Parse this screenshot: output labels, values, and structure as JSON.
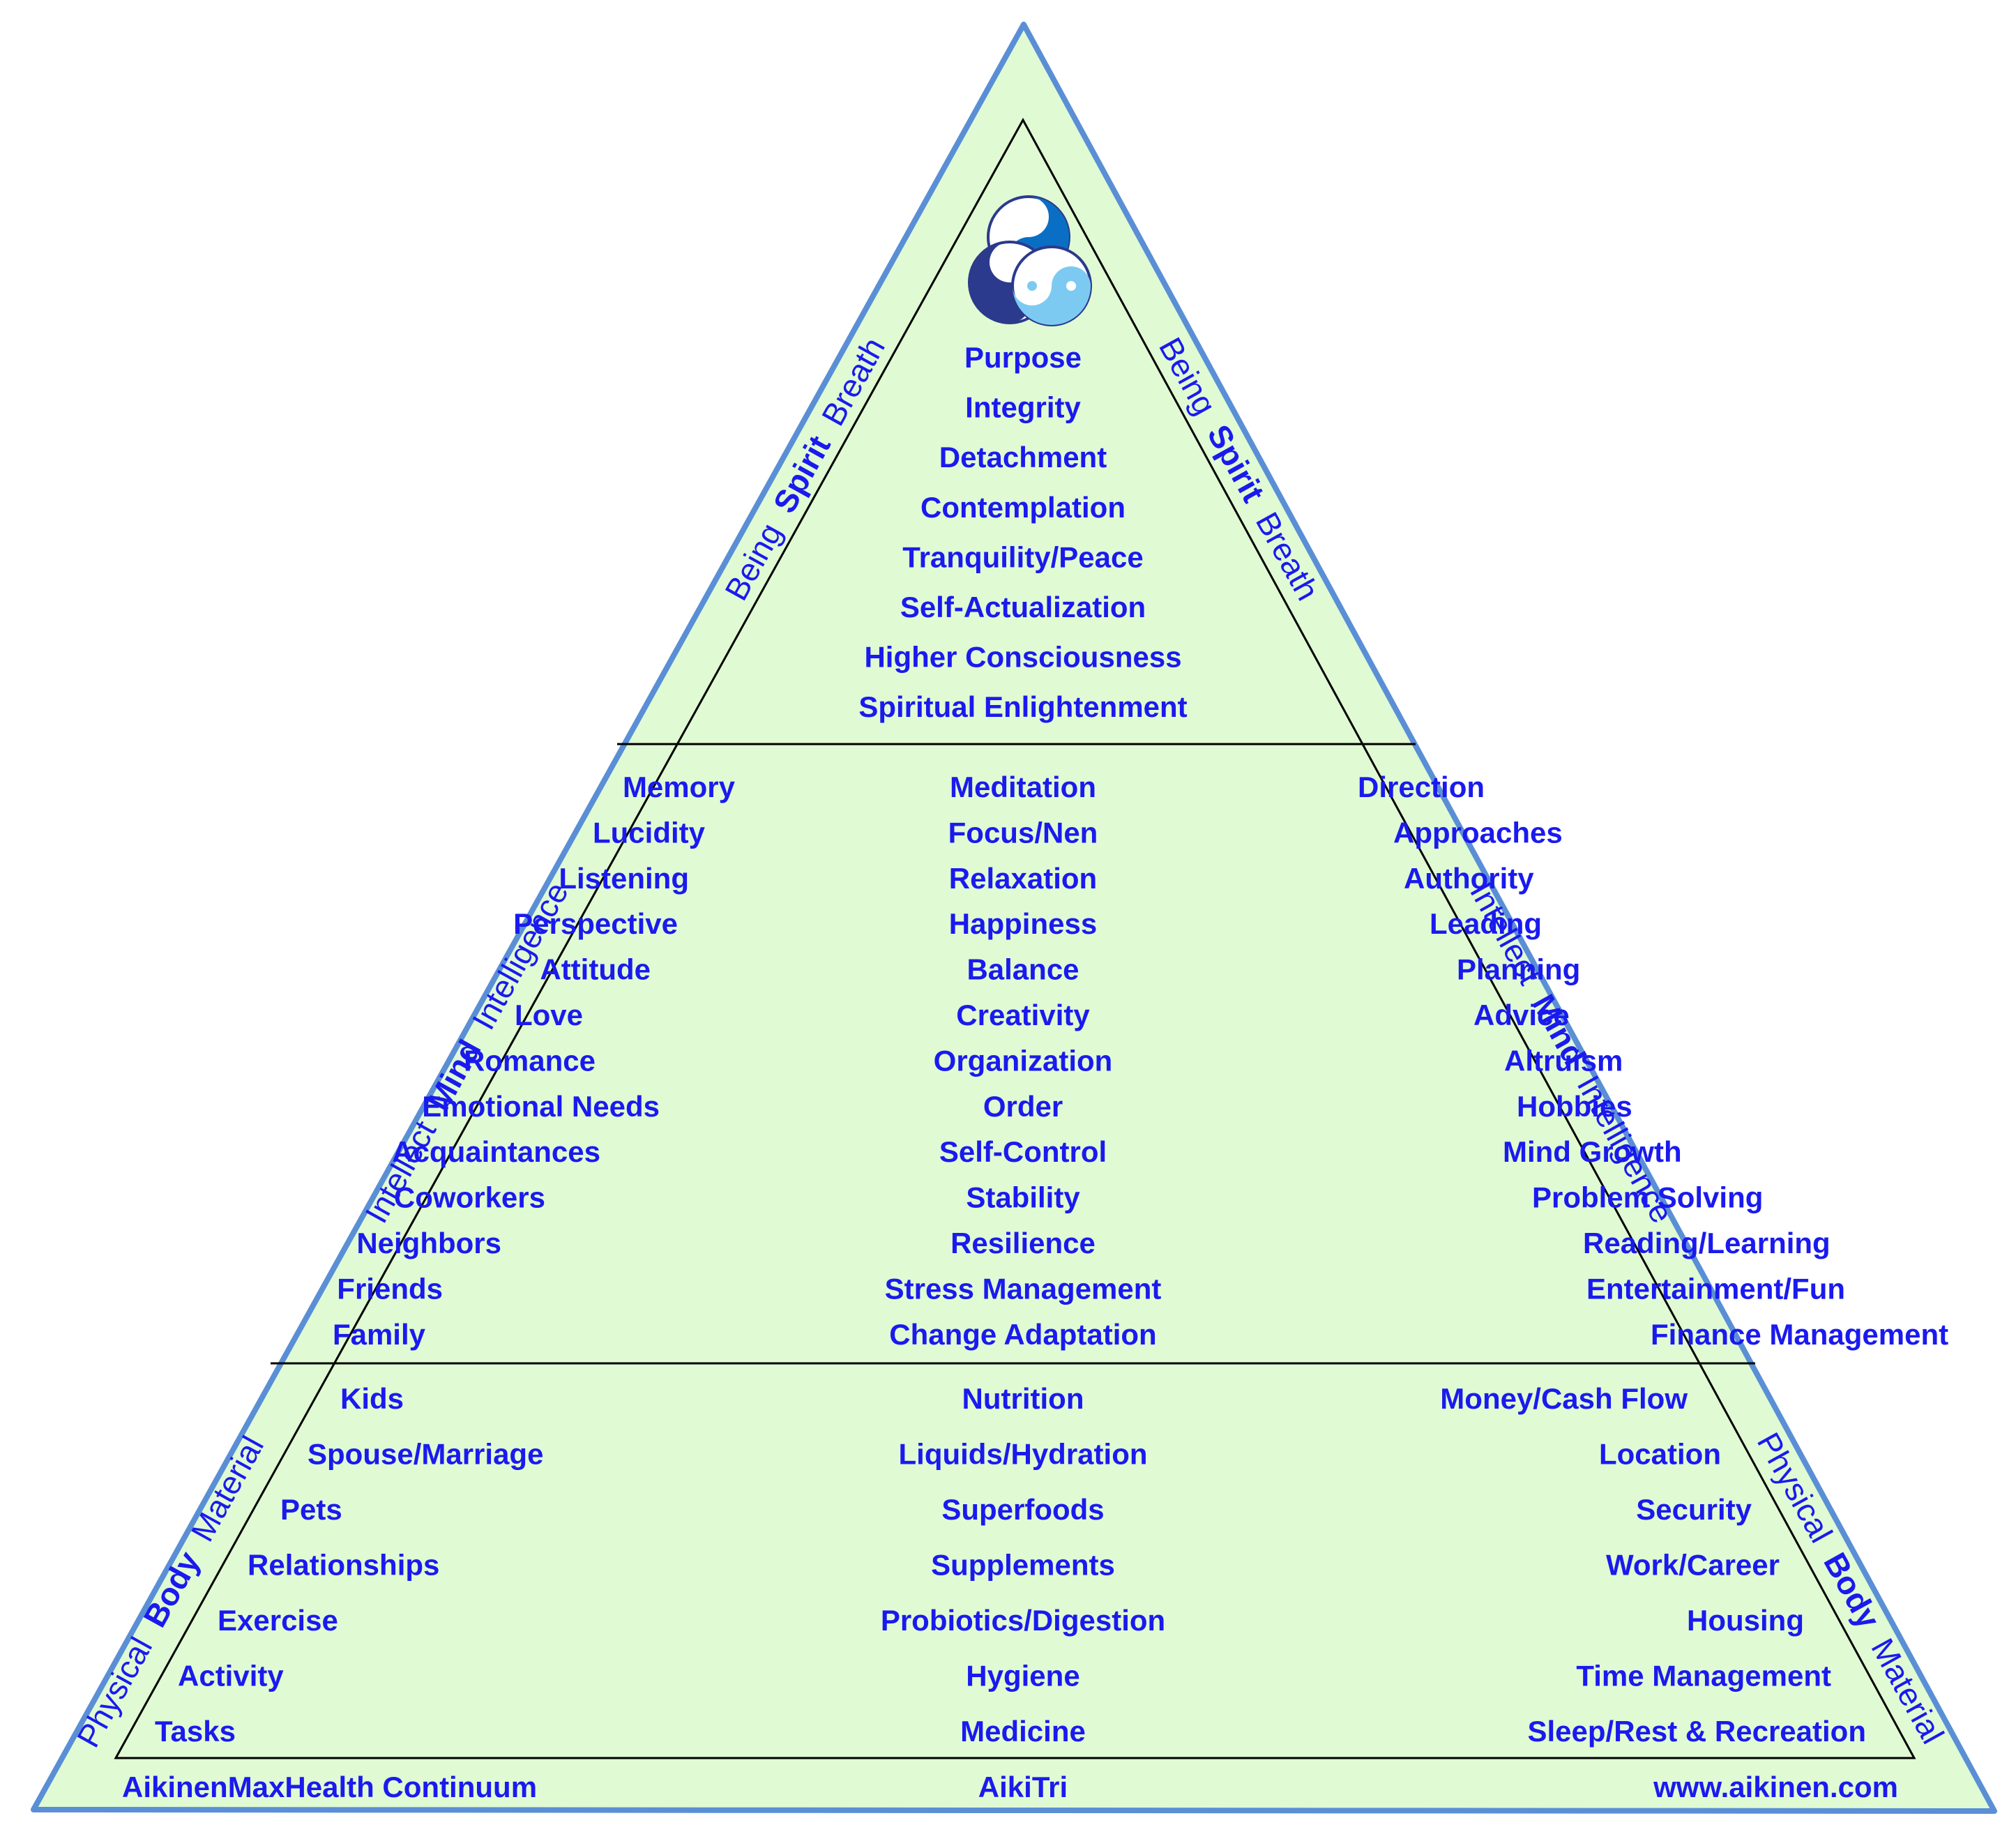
{
  "colors": {
    "background": "#e0fad4",
    "outer_border": "#5a8fd6",
    "inner_lines": "#000000",
    "text": "#1a1aee",
    "logo_dark": "#2b3a8c",
    "logo_mid": "#0a6fc4",
    "logo_light": "#7ccaf2"
  },
  "logo": {
    "icon": "triple-yin-yang-icon"
  },
  "spirit": {
    "items": [
      "Purpose",
      "Integrity",
      "Detachment",
      "Contemplation",
      "Tranquility/Peace",
      "Self-Actualization",
      "Higher Consciousness",
      "Spiritual Enlightenment"
    ],
    "side_label": {
      "before": "Being",
      "bold": "Spirit",
      "after": "Breath"
    }
  },
  "mind": {
    "left": [
      "Memory",
      "Lucidity",
      "Listening",
      "Perspective",
      "Attitude",
      "Love",
      "Romance",
      "Emotional Needs",
      "Acquaintances",
      "Coworkers",
      "Neighbors",
      "Friends",
      "Family"
    ],
    "center": [
      "Meditation",
      "Focus/Nen",
      "Relaxation",
      "Happiness",
      "Balance",
      "Creativity",
      "Organization",
      "Order",
      "Self-Control",
      "Stability",
      "Resilience",
      "Stress Management",
      "Change Adaptation"
    ],
    "right": [
      "Direction",
      "Approaches",
      "Authority",
      "Leading",
      "Planning",
      "Advice",
      "Altruism",
      "Hobbies",
      "Mind Growth",
      "Problem Solving",
      "Reading/Learning",
      "Entertainment/Fun",
      "Finance Management"
    ],
    "side_label": {
      "before": "Intellect",
      "bold": "Mind",
      "after": "Intelligence"
    }
  },
  "body": {
    "left": [
      "Kids",
      "Spouse/Marriage",
      "Pets",
      "Relationships",
      "Exercise",
      "Activity",
      "Tasks"
    ],
    "center": [
      "Nutrition",
      "Liquids/Hydration",
      "Superfoods",
      "Supplements",
      "Probiotics/Digestion",
      "Hygiene",
      "Medicine"
    ],
    "right": [
      "Money/Cash Flow",
      "Location",
      "Security",
      "Work/Career",
      "Housing",
      "Time Management",
      "Sleep/Rest & Recreation"
    ],
    "side_label": {
      "before": "Physical",
      "bold": "Body",
      "after": "Material"
    }
  },
  "footer": {
    "left": "AikinenMaxHealth Continuum",
    "center": "AikiTri",
    "right": "www.aikinen.com"
  }
}
